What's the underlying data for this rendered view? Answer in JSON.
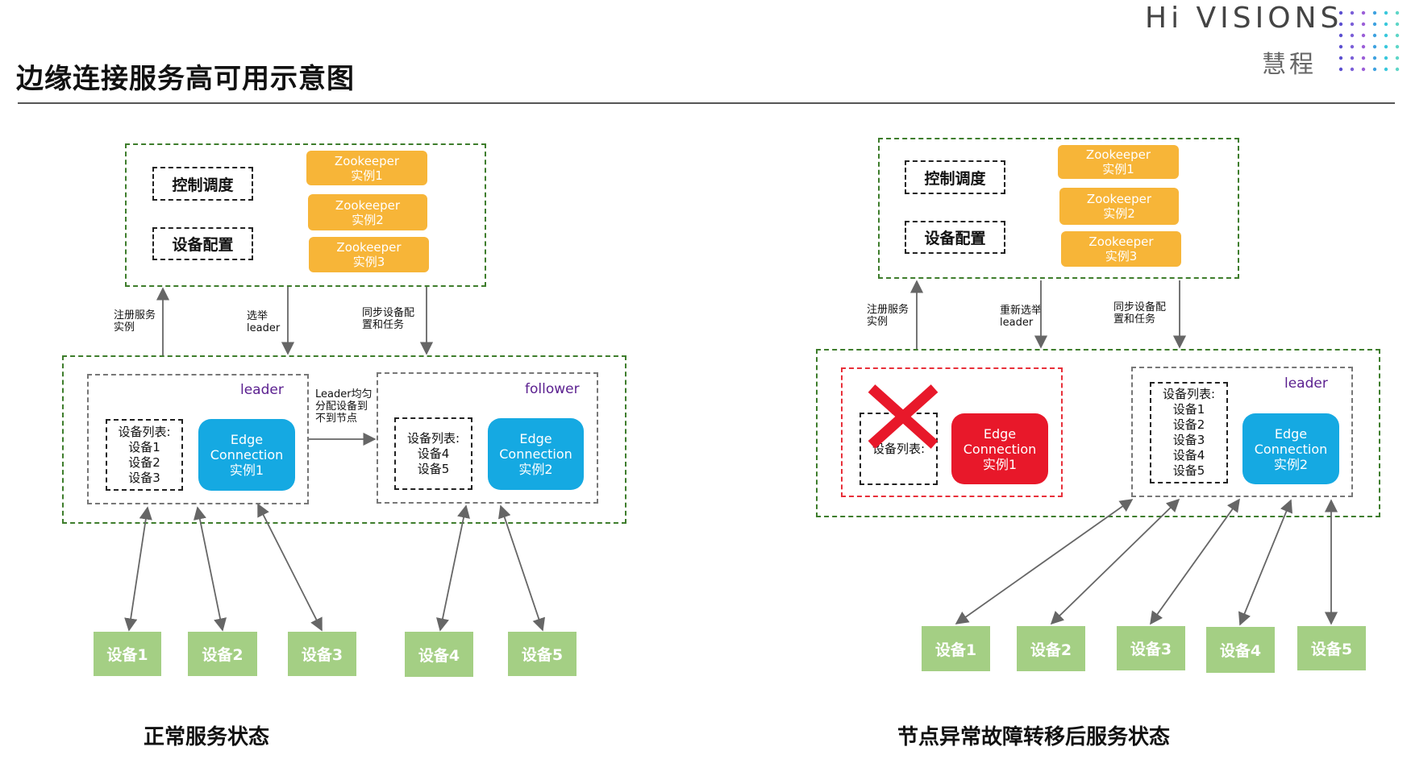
{
  "header": {
    "title": "边缘连接服务高可用示意图",
    "logo_text": "Hi VISIONS",
    "logo_cn": "慧程"
  },
  "left": {
    "control": "控制调度",
    "config": "设备配置",
    "zk1_line1": "Zookeeper",
    "zk1_line2": "实例1",
    "zk2_line1": "Zookeeper",
    "zk2_line2": "实例2",
    "zk3_line1": "Zookeeper",
    "zk3_line2": "实例3",
    "arrow_register_1": "注册服务",
    "arrow_register_2": "实例",
    "arrow_elect_1": "选举",
    "arrow_elect_2": "leader",
    "arrow_sync_1": "同步设备配",
    "arrow_sync_2": "置和任务",
    "leader_role": "leader",
    "follower_role": "follower",
    "leader_list": [
      "设备列表:",
      "设备1",
      "设备2",
      "设备3"
    ],
    "follower_list": [
      "设备列表:",
      "设备4",
      "设备5"
    ],
    "edge1_line1": "Edge",
    "edge1_line2": "Connection",
    "edge1_line3": "实例1",
    "edge2_line1": "Edge",
    "edge2_line2": "Connection",
    "edge2_line3": "实例2",
    "assign_1": "Leader均匀",
    "assign_2": "分配设备到",
    "assign_3": "不到节点",
    "devices": [
      "设备1",
      "设备2",
      "设备3",
      "设备4",
      "设备5"
    ],
    "state": "正常服务状态"
  },
  "right": {
    "control": "控制调度",
    "config": "设备配置",
    "zk1_line1": "Zookeeper",
    "zk1_line2": "实例1",
    "zk2_line1": "Zookeeper",
    "zk2_line2": "实例2",
    "zk3_line1": "Zookeeper",
    "zk3_line2": "实例3",
    "arrow_register_1": "注册服务",
    "arrow_register_2": "实例",
    "arrow_elect_1": "重新选举",
    "arrow_elect_2": "leader",
    "arrow_sync_1": "同步设备配",
    "arrow_sync_2": "置和任务",
    "failed_list": "设备列表:",
    "edge1_line1": "Edge",
    "edge1_line2": "Connection",
    "edge1_line3": "实例1",
    "leader_role": "leader",
    "leader_list": [
      "设备列表:",
      "设备1",
      "设备2",
      "设备3",
      "设备4",
      "设备5"
    ],
    "edge2_line1": "Edge",
    "edge2_line2": "Connection",
    "edge2_line3": "实例2",
    "devices": [
      "设备1",
      "设备2",
      "设备3",
      "设备4",
      "设备5"
    ],
    "state": "节点异常故障转移后服务状态"
  },
  "colors": {
    "zookeeper": "#f7b538",
    "edge_normal": "#15a9e2",
    "edge_failed": "#e8182a",
    "device": "#a4cf84",
    "cluster_border": "#3e7d2c",
    "failed_border": "#e8303a"
  }
}
